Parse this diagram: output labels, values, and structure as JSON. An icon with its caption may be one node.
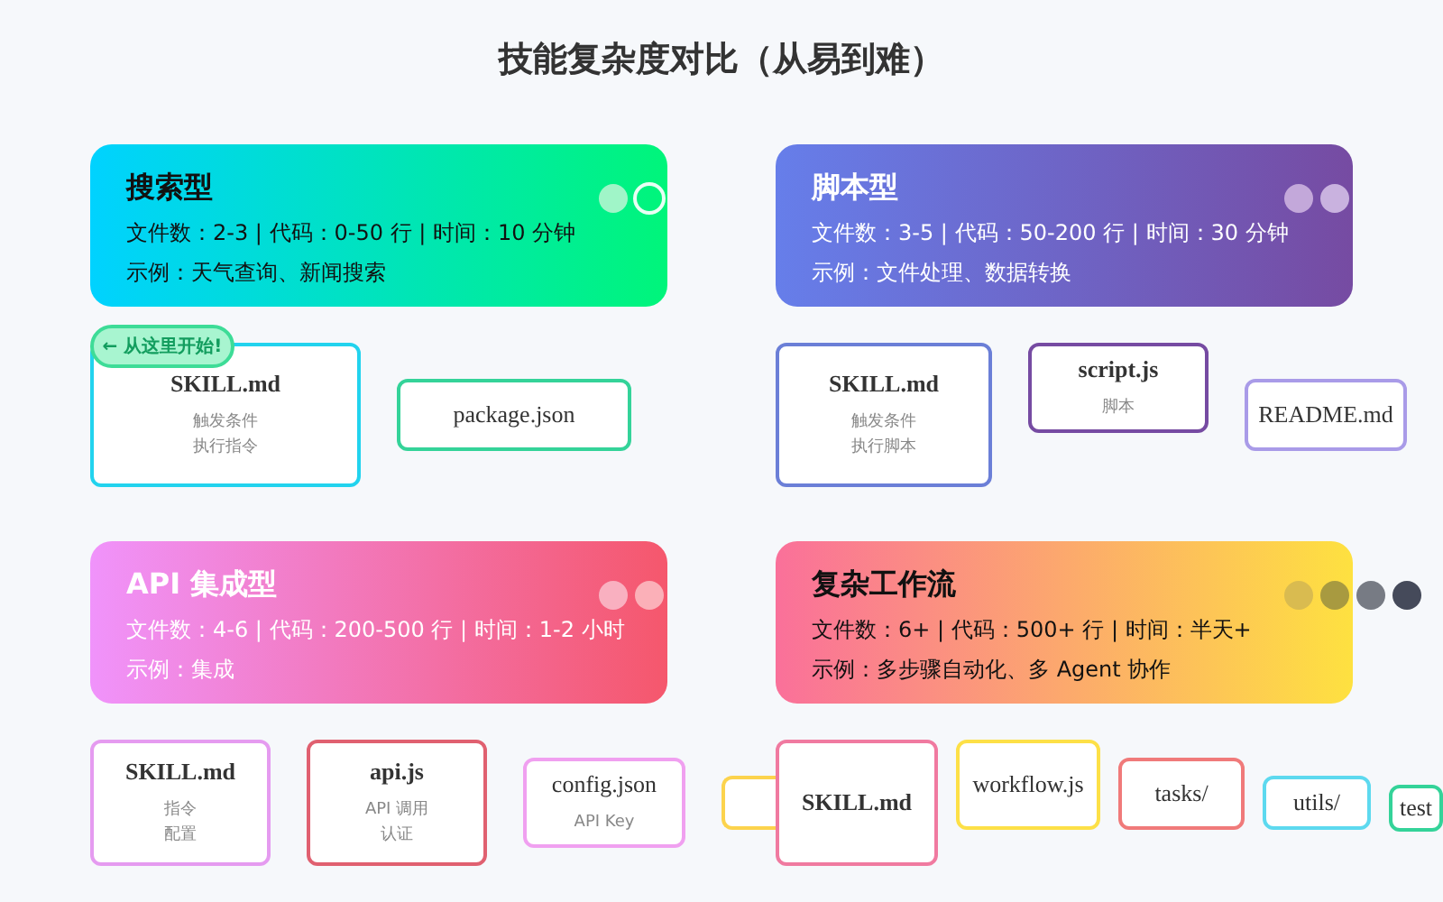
{
  "diagram": {
    "title": "技能复杂度对比（从易到难）",
    "nodes": [
      {
        "text": [
          "搜索型",
          "文件数：2-3 | 代码：0-50 行 | 时间：10 分钟",
          "示例：天气查询、新闻搜索"
        ]
      },
      {
        "text": [
          "← 从这里开始!"
        ]
      },
      {
        "text": [
          "SKILL.md",
          "触发条件",
          "执行指令"
        ]
      },
      {
        "text": [
          "package.json"
        ]
      },
      {
        "text": [
          "脚本型",
          "文件数：3-5 | 代码：50-200 行 | 时间：30 分钟",
          "示例：文件处理、数据转换"
        ]
      },
      {
        "text": [
          "SKILL.md",
          "触发条件",
          "执行脚本"
        ]
      },
      {
        "text": [
          "script.js",
          "脚本"
        ]
      },
      {
        "text": [
          "README.md"
        ]
      },
      {
        "text": [
          "API 集成型",
          "文件数：4-6 | 代码：200-500 行 | 时间：1-2 小时",
          "示例：集成"
        ]
      },
      {
        "text": [
          "SKILL.md",
          "指令",
          "配置"
        ]
      },
      {
        "text": [
          "api.js",
          "API 调用",
          "认证"
        ]
      },
      {
        "text": [
          "config.json",
          "API Key"
        ]
      },
      {
        "text": [
          "复杂工作流",
          "文件数：6+ | 代码：500+ 行 | 时间：半天+",
          "示例：多步骤自动化、多 Agent 协作"
        ]
      },
      {
        "text": [],
        "shape": "box"
      },
      {
        "text": [
          "SKILL.md"
        ]
      },
      {
        "text": [
          "workflow.js"
        ]
      },
      {
        "text": [
          "tasks/"
        ]
      },
      {
        "text": [
          "utils/"
        ]
      },
      {
        "text": [
          "test"
        ]
      }
    ]
  }
}
